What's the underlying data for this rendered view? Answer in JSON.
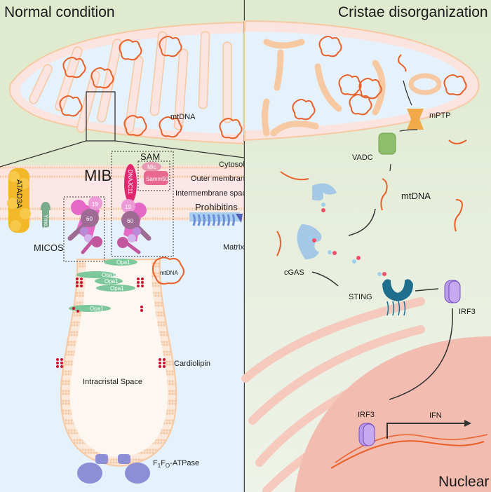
{
  "panels": {
    "left": {
      "title": "Normal condition",
      "mtdna_label": "mtDNA",
      "layers": [
        "Cytosol",
        "Outer membrane",
        "Intermembrane space",
        "Matrix"
      ],
      "complexes": {
        "mib": "MIB",
        "sam": "SAM",
        "mic_small": "Mic",
        "samm50": "Samm50",
        "dnajc11": "DNAJC11",
        "micos": "MICOS",
        "atad3a": "ATAD3A",
        "yme1l": "Yme1l",
        "prohibitins": "Prohibitins",
        "sub19": "19",
        "sub60": "60"
      },
      "opa1": [
        "Opa1",
        "Opa1",
        "Opa1",
        "Opa1",
        "Opa1"
      ],
      "crista_mtdna": "mtDNA",
      "cardiolipin": "Cardiolipin",
      "intracristal": "Intracristal Space",
      "atpase": {
        "main": "F",
        "sub1": "1",
        "mid": "F",
        "sub2": "O",
        "tail": "-ATPase"
      }
    },
    "right": {
      "title": "Cristae disorganization",
      "mptp": "mPTP",
      "vadc": "VADC",
      "mtdna": "mtDNA",
      "cgas": "cGAS",
      "sting": "STING",
      "irf3_cyto": "IRF3",
      "irf3_nuc": "IRF3",
      "ifn": "IFN",
      "nuclear": "Nuclear"
    }
  },
  "colors": {
    "cytosol_green": "#dfeacf",
    "mito_membrane": "#fbe3e0",
    "mito_matrix": "#e6f2fb",
    "mtdna_orange": "#e8602a",
    "nucleus": "#f2bcb0",
    "er": "#f6c9bd"
  }
}
